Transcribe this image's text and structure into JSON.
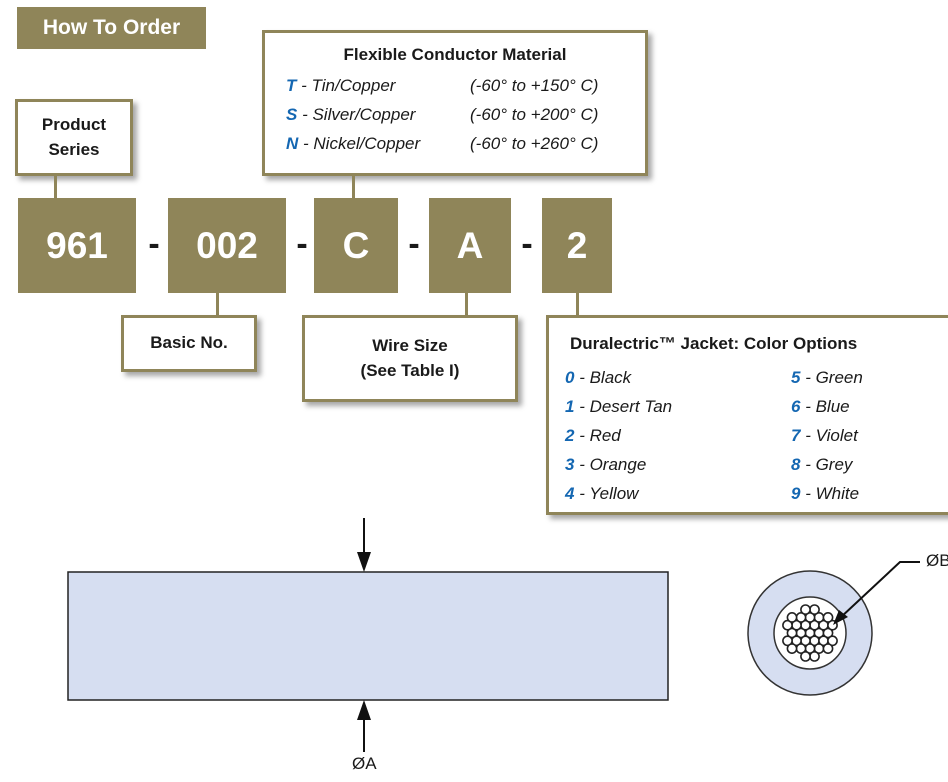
{
  "header": {
    "title": "How To Order"
  },
  "product_series": {
    "label_line1": "Product",
    "label_line2": "Series"
  },
  "conductor": {
    "title": "Flexible Conductor Material",
    "options": [
      {
        "code": "T",
        "material": "Tin/Copper",
        "range": "(-60° to +150° C)"
      },
      {
        "code": "S",
        "material": "Silver/Copper",
        "range": "(-60° to +200° C)"
      },
      {
        "code": "N",
        "material": "Nickel/Copper",
        "range": "(-60° to +260° C)"
      }
    ]
  },
  "part_number": {
    "segments": [
      "961",
      "002",
      "C",
      "A",
      "2"
    ],
    "separator": "-"
  },
  "basic_no": {
    "label": "Basic No."
  },
  "wire_size": {
    "label_line1": "Wire Size",
    "label_line2": "(See Table I)"
  },
  "jacket": {
    "title": "Duralectric™ Jacket: Color Options",
    "colors": [
      {
        "code": "0",
        "name": "Black"
      },
      {
        "code": "1",
        "name": "Desert Tan"
      },
      {
        "code": "2",
        "name": "Red"
      },
      {
        "code": "3",
        "name": "Orange"
      },
      {
        "code": "4",
        "name": "Yellow"
      },
      {
        "code": "5",
        "name": "Green"
      },
      {
        "code": "6",
        "name": "Blue"
      },
      {
        "code": "7",
        "name": "Violet"
      },
      {
        "code": "8",
        "name": "Grey"
      },
      {
        "code": "9",
        "name": "White"
      }
    ]
  },
  "drawing": {
    "dim_a_label": "ØA",
    "dim_b_label": "ØB",
    "colors": {
      "jacket_fill": "#d6def1",
      "brand": "#8f8559",
      "code_blue": "#1467b2"
    }
  }
}
